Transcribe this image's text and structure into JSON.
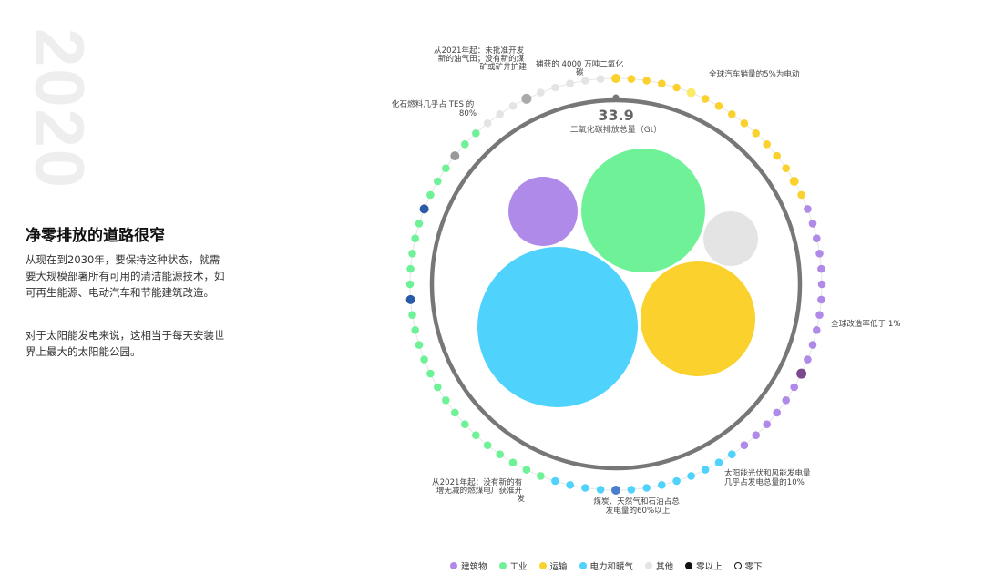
{
  "year": "2020",
  "headline": "净零排放的道路很窄",
  "paragraphs": [
    "从现在到2030年，要保持这种状态，就需要大规模部署所有可用的清洁能源技术，如可再生能源、电动汽车和节能建筑改造。",
    "对于太阳能发电来说，这相当于每天安装世界上最大的太阳能公园。"
  ],
  "center": {
    "value": "33.9",
    "label": "二氧化碳排放总量（Gt）"
  },
  "colors": {
    "buildings": "#b08ae8",
    "industry": "#6ff297",
    "transport": "#fbd12d",
    "power": "#4fd2fb",
    "other": "#e4e4e4",
    "above_zero": "#111111",
    "ring": "#777777"
  },
  "bubbles": [
    {
      "sector": "power",
      "value": 13.5
    },
    {
      "sector": "industry",
      "value": 8.0
    },
    {
      "sector": "transport",
      "value": 6.8
    },
    {
      "sector": "buildings",
      "value": 2.6
    },
    {
      "sector": "other",
      "value": 1.5
    }
  ],
  "annotations": [
    {
      "lines": [
        "从2021年起：未批准开发",
        "新的油气田；没有新的煤",
        "矿或矿井扩建"
      ]
    },
    {
      "lines": [
        "捕获的 4000 万吨二氧化",
        "碳"
      ]
    },
    {
      "lines": [
        "全球汽车销量的5%为电动"
      ]
    },
    {
      "lines": [
        "化石燃料几乎占 TES 的",
        "80%"
      ]
    },
    {
      "lines": [
        "全球改造率低于 1%"
      ]
    },
    {
      "lines": [
        "太阳能光伏和风能发电量",
        "几乎占发电总量的10%"
      ]
    },
    {
      "lines": [
        "煤炭、天然气和石油占总",
        "发电量的60%以上"
      ]
    },
    {
      "lines": [
        "从2021年起：没有新的有",
        "增无减的燃煤电厂获准开",
        "发"
      ]
    }
  ],
  "legend": [
    {
      "label": "建筑物",
      "color": "#b08ae8",
      "hollow": false
    },
    {
      "label": "工业",
      "color": "#6ff297",
      "hollow": false
    },
    {
      "label": "运输",
      "color": "#fbd12d",
      "hollow": false
    },
    {
      "label": "电力和暖气",
      "color": "#4fd2fb",
      "hollow": false
    },
    {
      "label": "其他",
      "color": "#e4e4e4",
      "hollow": false
    },
    {
      "label": "零以上",
      "color": "#111111",
      "hollow": false
    },
    {
      "label": "零下",
      "color": "#111111",
      "hollow": true
    }
  ]
}
